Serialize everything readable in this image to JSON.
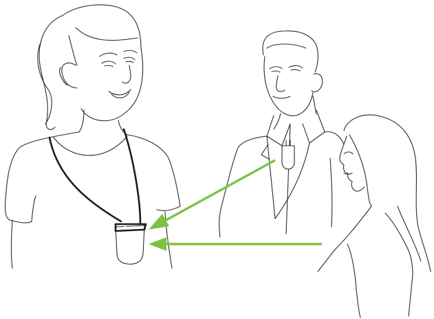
{
  "scene": {
    "figures": [
      {
        "role": "listener-wearing-hearing-aid-and-neckloop-device"
      },
      {
        "role": "speaker-man-with-clip-microphone"
      },
      {
        "role": "speaker-woman-profile"
      }
    ],
    "arrows": [
      {
        "from": "clip-microphone",
        "to": "pendant-device"
      },
      {
        "from": "woman-speaker",
        "to": "pendant-device"
      }
    ]
  },
  "colors": {
    "line_art": "#2a2a2a",
    "arrow_green": "#7dc243",
    "background": "#ffffff"
  }
}
